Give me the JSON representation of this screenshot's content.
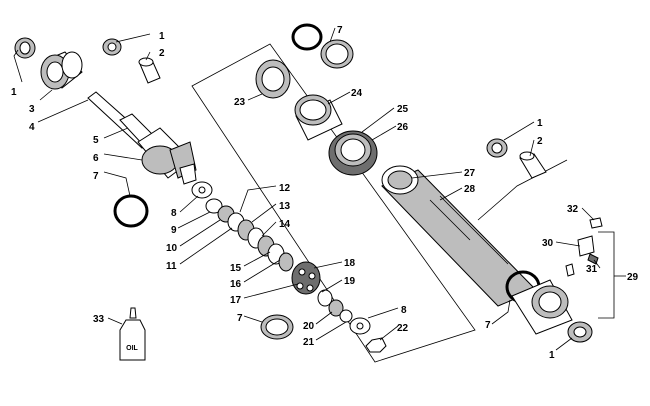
{
  "diagram": {
    "callouts": [
      {
        "id": "c-1a",
        "text": "1"
      },
      {
        "id": "c-3",
        "text": "3"
      },
      {
        "id": "c-4",
        "text": "4"
      },
      {
        "id": "c-1b",
        "text": "1"
      },
      {
        "id": "c-2a",
        "text": "2"
      },
      {
        "id": "c-5",
        "text": "5"
      },
      {
        "id": "c-6",
        "text": "6"
      },
      {
        "id": "c-7a",
        "text": "7"
      },
      {
        "id": "c-8a",
        "text": "8"
      },
      {
        "id": "c-9",
        "text": "9"
      },
      {
        "id": "c-10",
        "text": "10"
      },
      {
        "id": "c-11",
        "text": "11"
      },
      {
        "id": "c-12",
        "text": "12"
      },
      {
        "id": "c-13",
        "text": "13"
      },
      {
        "id": "c-14",
        "text": "14"
      },
      {
        "id": "c-15",
        "text": "15"
      },
      {
        "id": "c-16",
        "text": "16"
      },
      {
        "id": "c-17",
        "text": "17"
      },
      {
        "id": "c-18",
        "text": "18"
      },
      {
        "id": "c-19",
        "text": "19"
      },
      {
        "id": "c-7b",
        "text": "7"
      },
      {
        "id": "c-20",
        "text": "20"
      },
      {
        "id": "c-21",
        "text": "21"
      },
      {
        "id": "c-8b",
        "text": "8"
      },
      {
        "id": "c-22",
        "text": "22"
      },
      {
        "id": "c-7c",
        "text": "7"
      },
      {
        "id": "c-23",
        "text": "23"
      },
      {
        "id": "c-24",
        "text": "24"
      },
      {
        "id": "c-25",
        "text": "25"
      },
      {
        "id": "c-26",
        "text": "26"
      },
      {
        "id": "c-27",
        "text": "27"
      },
      {
        "id": "c-28",
        "text": "28"
      },
      {
        "id": "c-1c",
        "text": "1"
      },
      {
        "id": "c-2b",
        "text": "2"
      },
      {
        "id": "c-32",
        "text": "32"
      },
      {
        "id": "c-30",
        "text": "30"
      },
      {
        "id": "c-31",
        "text": "31"
      },
      {
        "id": "c-29",
        "text": "29"
      },
      {
        "id": "c-7d",
        "text": "7"
      },
      {
        "id": "c-1d",
        "text": "1"
      },
      {
        "id": "c-33",
        "text": "33"
      }
    ],
    "oil_bottle_label": "OIL"
  }
}
